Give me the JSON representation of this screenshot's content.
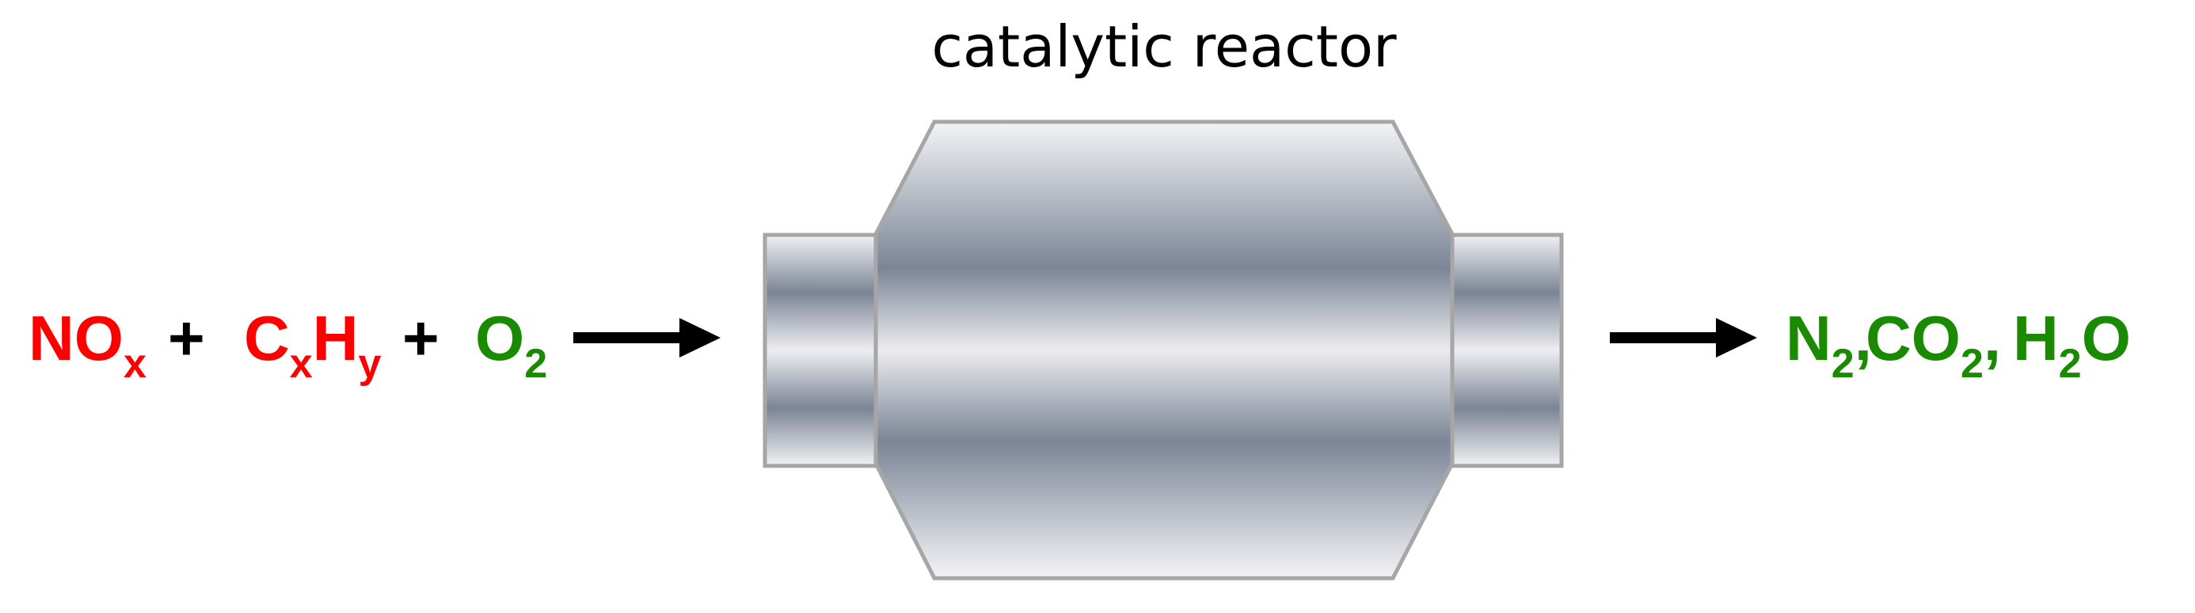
{
  "title": "catalytic reactor",
  "colors": {
    "reactant_red": "#ff0000",
    "green": "#1a8a00",
    "black": "#000000",
    "body_stroke": "#a6a6a6",
    "metal_dark": "#7b8596",
    "metal_light": "#eeeef0"
  },
  "reactants": {
    "nox": {
      "main": "NO",
      "sub": "x"
    },
    "plus1": "+",
    "cxhy": {
      "c": "C",
      "c_sub": "x",
      "h": "H",
      "h_sub": "y"
    },
    "plus2": "+",
    "o2": {
      "main": "O",
      "sub": "2"
    }
  },
  "products": {
    "n2": {
      "main": "N",
      "sub": "2",
      "sep": ","
    },
    "co2": {
      "main": "CO",
      "sub": "2",
      "sep": ","
    },
    "h2o": {
      "main": "H",
      "sub": "2",
      "tail": "O"
    }
  }
}
